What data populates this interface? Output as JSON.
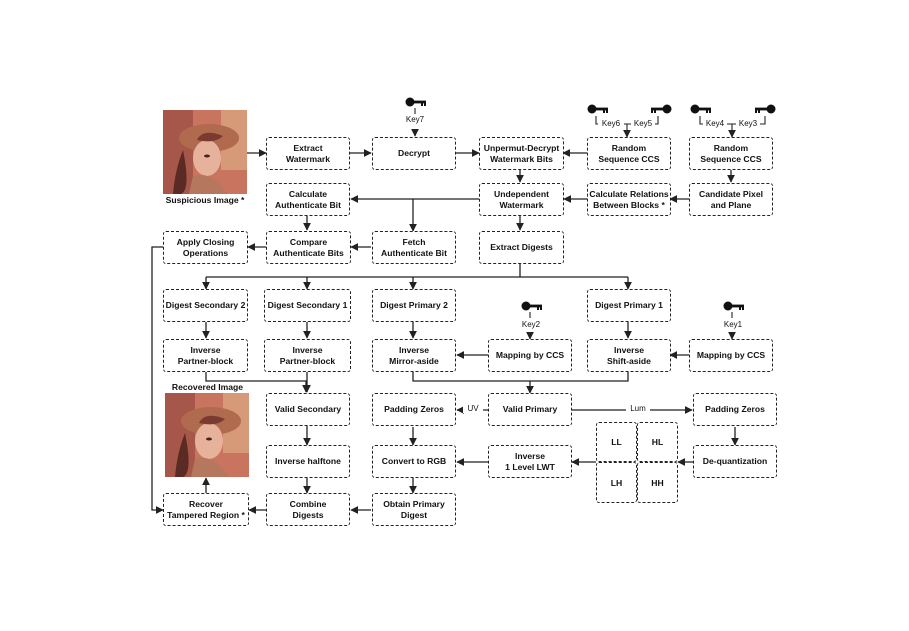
{
  "images": {
    "suspicious_caption": "Suspicious Image *",
    "recovered_caption": "Recovered Image"
  },
  "keys": {
    "key7": "Key7",
    "key6_key5_left": "Key6",
    "key6_key5_right": "Key5",
    "key4": "Key4",
    "key3": "Key3",
    "key2": "Key2",
    "key1": "Key1"
  },
  "boxes": {
    "extract_watermark": "Extract\nWatermark",
    "decrypt": "Decrypt",
    "unpermut": "Unpermut-Decrypt\nWatermark Bits",
    "random_ccs_1": "Random\nSequence CCS",
    "random_ccs_2": "Random\nSequence CCS",
    "calc_auth_bit": "Calculate\nAuthenticate Bit",
    "undependent_wm": "Undependent\nWatermark",
    "calc_relations": "Calculate Relations\nBetween Blocks *",
    "candidate_pixel": "Candidate Pixel\nand Plane",
    "apply_closing": "Apply Closing\nOperations",
    "compare_auth": "Compare\nAuthenticate Bits",
    "fetch_auth": "Fetch\nAuthenticate Bit",
    "extract_digests": "Extract Digests",
    "digest_sec2": "Digest Secondary 2",
    "digest_sec1": "Digest Secondary 1",
    "digest_pri2": "Digest Primary 2",
    "digest_pri1": "Digest Primary 1",
    "inv_partner_1": "Inverse\nPartner-block",
    "inv_partner_2": "Inverse\nPartner-block",
    "inv_mirror": "Inverse\nMirror-aside",
    "mapping_ccs_2": "Mapping by CCS",
    "inv_shift": "Inverse\nShift-aside",
    "mapping_ccs_1": "Mapping by CCS",
    "valid_secondary": "Valid Secondary",
    "padding_zeros_1": "Padding Zeros",
    "valid_primary": "Valid Primary",
    "padding_zeros_2": "Padding Zeros",
    "inv_halftone": "Inverse halftone",
    "convert_rgb": "Convert to RGB",
    "inv_lwt": "Inverse\n1 Level LWT",
    "dequant": "De-quantization",
    "recover": "Recover\nTampered Region *",
    "combine": "Combine\nDigests",
    "obtain_primary": "Obtain Primary\nDigest"
  },
  "wavelet": {
    "ll": "LL",
    "hl": "HL",
    "lh": "LH",
    "hh": "HH"
  },
  "edge_labels": {
    "uv": "UV",
    "lum": "Lum"
  }
}
